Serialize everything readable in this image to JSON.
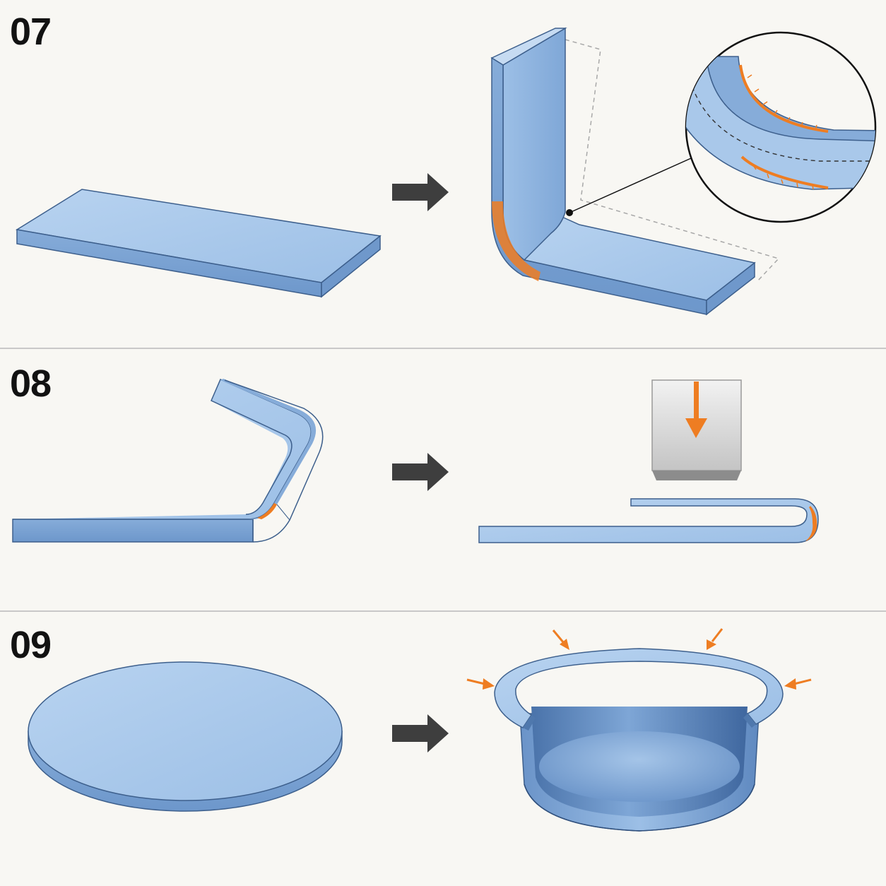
{
  "steps": [
    {
      "number": "07"
    },
    {
      "number": "08"
    },
    {
      "number": "09"
    }
  ],
  "colors": {
    "background": "#f8f7f3",
    "metal_top": "#a9c8ea",
    "metal_side": "#7ea6d6",
    "metal_dark": "#4f78ad",
    "outline": "#3d5f8c",
    "stress_accent": "#ee7d22",
    "arrow": "#3e3e3e",
    "divider": "#b9b9b9",
    "punch": "#cfcfcf"
  },
  "icons": {
    "process_arrow": "right-arrow-icon",
    "force_arrow": "orange-arrow-icon"
  }
}
